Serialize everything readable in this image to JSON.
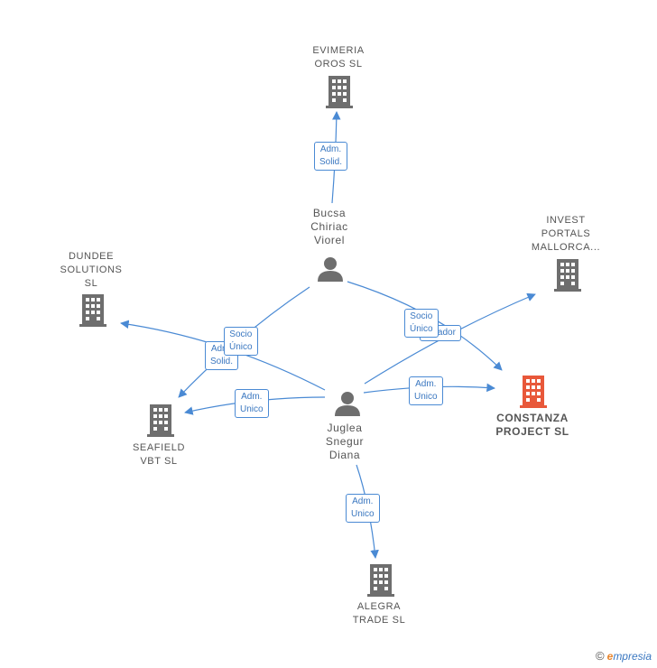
{
  "colors": {
    "edge": "#4a8ad4",
    "company": "#6e6e6e",
    "focus": "#e8583a",
    "person": "#6e6e6e"
  },
  "nodes": {
    "evimeria": {
      "lines": [
        "EVIMERIA",
        "OROS SL"
      ],
      "icon": "building-icon"
    },
    "invest": {
      "lines": [
        "INVEST",
        "PORTALS",
        "MALLORCA..."
      ],
      "icon": "building-icon"
    },
    "dundee": {
      "lines": [
        "DUNDEE",
        "SOLUTIONS",
        "SL"
      ],
      "icon": "building-icon"
    },
    "seafield": {
      "lines": [
        "SEAFIELD",
        "VBT SL"
      ],
      "icon": "building-icon"
    },
    "constanza": {
      "lines": [
        "CONSTANZA",
        "PROJECT SL"
      ],
      "icon": "building-icon"
    },
    "alegra": {
      "lines": [
        "ALEGRA",
        "TRADE SL"
      ],
      "icon": "building-icon"
    },
    "bucsa": {
      "lines": [
        "Bucsa",
        "Chiriac",
        "Viorel"
      ],
      "icon": "person-icon"
    },
    "juglea": {
      "lines": [
        "Juglea",
        "Snegur",
        "Diana"
      ],
      "icon": "person-icon"
    }
  },
  "edge_labels": {
    "bucsa_evimeria": [
      "Adm.",
      "Solid."
    ],
    "juglea_seafield": [
      "Adm.",
      "Unico"
    ],
    "bucsa_seafield": [
      "Adm.",
      "Solid."
    ],
    "juglea_dundee": [
      "Socio",
      "Único"
    ],
    "juglea_invest": [
      "...dador"
    ],
    "bucsa_constanza": [
      "Socio",
      "Único"
    ],
    "juglea_constanza": [
      "Adm.",
      "Unico"
    ],
    "juglea_alegra": [
      "Adm.",
      "Unico"
    ]
  },
  "footer": {
    "copyright_symbol": "©",
    "brand_initial": "e",
    "brand_rest": "mpresia"
  }
}
